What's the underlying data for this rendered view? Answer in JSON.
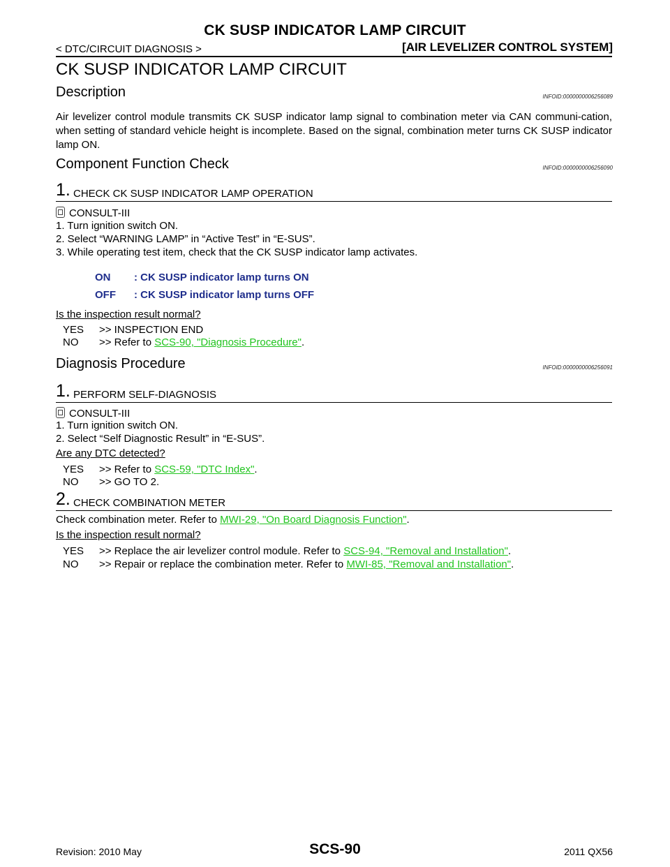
{
  "header": {
    "title": "CK SUSP INDICATOR LAMP CIRCUIT",
    "breadcrumb": "< DTC/CIRCUIT DIAGNOSIS >",
    "system": "[AIR LEVELIZER CONTROL SYSTEM]"
  },
  "page_title": "CK SUSP INDICATOR LAMP CIRCUIT",
  "description": {
    "title": "Description",
    "infoid": "INFOID:0000000006256089",
    "text": "Air levelizer control module transmits CK SUSP indicator lamp signal to combination meter via CAN communi-cation, when setting of standard vehicle height is incomplete. Based on the signal, combination meter turns CK SUSP indicator lamp ON."
  },
  "component_check": {
    "title": "Component Function Check",
    "infoid": "INFOID:0000000006256090",
    "step_num": "1.",
    "step_title": "CHECK CK SUSP INDICATOR LAMP OPERATION",
    "tool": "CONSULT-III",
    "steps": [
      "1.   Turn ignition switch ON.",
      "2.   Select “WARNING LAMP” in “Active Test” in “E-SUS”.",
      "3.   While operating test item, check that the CK SUSP indicator lamp activates."
    ],
    "spec": [
      {
        "key": "ON",
        "value": ": CK SUSP indicator lamp turns ON"
      },
      {
        "key": "OFF",
        "value": ": CK SUSP indicator lamp turns OFF"
      }
    ],
    "question": "Is the inspection result normal?",
    "yes": {
      "label": "YES",
      "text": ">> INSPECTION END"
    },
    "no": {
      "label": "NO",
      "text": ">> Refer to ",
      "link": "SCS-90, \"Diagnosis Procedure\"",
      "end": "."
    }
  },
  "diagnosis": {
    "title": "Diagnosis Procedure",
    "infoid": "INFOID:0000000006256091",
    "step1": {
      "num": "1.",
      "title": "PERFORM SELF-DIAGNOSIS",
      "tool": "CONSULT-III",
      "steps": [
        "1.   Turn ignition switch ON.",
        "2.   Select “Self Diagnostic Result” in “E-SUS”."
      ],
      "question": "Are any DTC detected?",
      "yes": {
        "label": "YES",
        "text": ">> Refer to ",
        "link": "SCS-59, \"DTC Index\"",
        "end": "."
      },
      "no": {
        "label": "NO",
        "text": ">> GO TO 2."
      }
    },
    "step2": {
      "num": "2.",
      "title": "CHECK COMBINATION METER",
      "text": "Check combination meter. Refer to ",
      "link": "MWI-29, \"On Board Diagnosis Function\"",
      "end": ".",
      "question": "Is the inspection result normal?",
      "yes": {
        "label": "YES",
        "text": ">> Replace the air levelizer control module. Refer to ",
        "link": "SCS-94, \"Removal and Installation\"",
        "end": "."
      },
      "no": {
        "label": "NO",
        "text": ">> Repair or replace the combination meter. Refer to ",
        "link": "MWI-85, \"Removal and Installation\"",
        "end": "."
      }
    }
  },
  "footer": {
    "revision": "Revision: 2010 May",
    "page": "SCS-90",
    "model": "2011 QX56"
  },
  "colors": {
    "link": "#21c41f",
    "spec": "#1f2e8c"
  }
}
